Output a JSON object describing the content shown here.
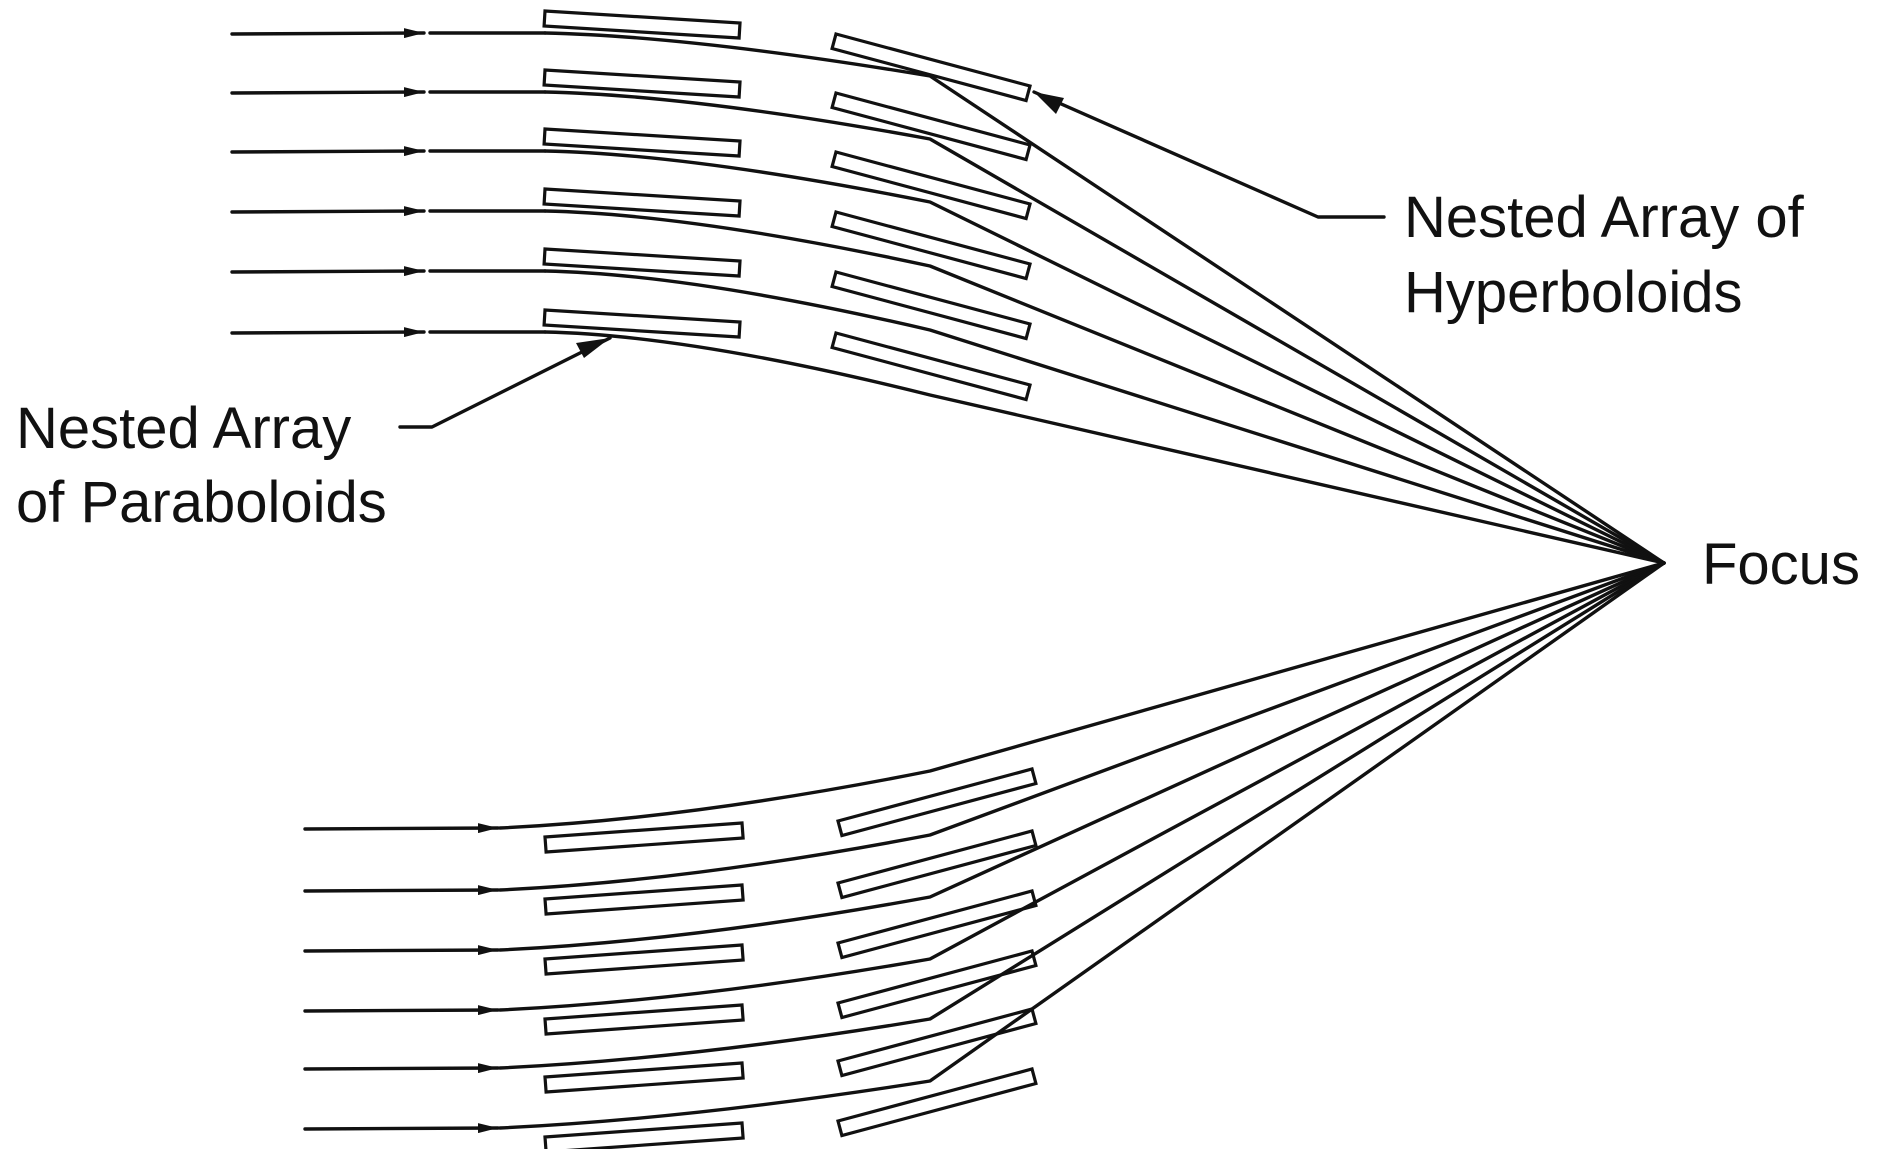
{
  "labels": {
    "hyperboloids_line1": "Nested Array of",
    "hyperboloids_line2": "Hyperboloids",
    "paraboloids_line1": "Nested Array",
    "paraboloids_line2": "of Paraboloids",
    "focus": "Focus"
  },
  "colors": {
    "ink": "#111111",
    "background": "#ffffff"
  }
}
